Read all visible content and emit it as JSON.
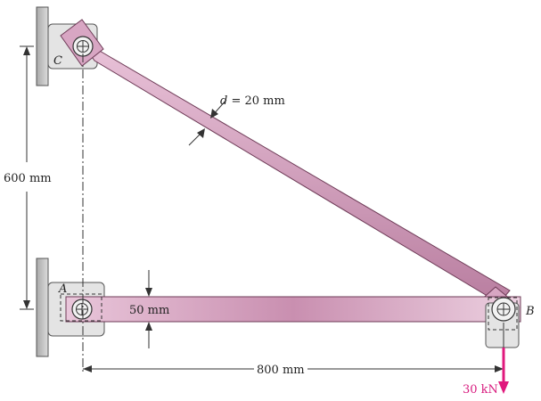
{
  "labels": {
    "point_a": "A",
    "point_b": "B",
    "point_c": "C",
    "rod_diameter_symbol": "d",
    "rod_diameter_value": " = 20 mm",
    "height_dimension": "600 mm",
    "beam_depth": "50 mm",
    "span_dimension": "800 mm",
    "load": "30 kN"
  },
  "colors": {
    "member": "#d8a6c3",
    "member_edge": "#6e3b57",
    "support": "#cfcfcf",
    "bracket": "#e2e2e2",
    "load_arrow": "#e0197d",
    "dimension_line": "#333333"
  },
  "icons": {
    "pin_joint": "circle-plus-pin"
  }
}
